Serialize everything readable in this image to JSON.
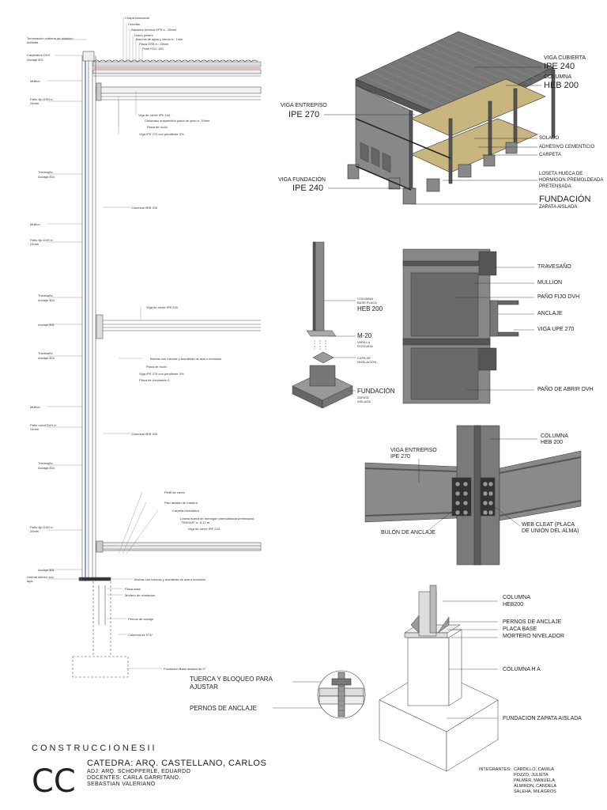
{
  "section_labels": {
    "left_top": [
      "Chapa sinusoidal",
      "Cenefas",
      "Aislación térmica EPS e.: 25mm",
      "Listón yesero",
      "Barrera de agua y viento e.: 1mm",
      "Placa OSB e.: 25mm",
      "Perfil PGC 150"
    ],
    "left_side": [
      "Terminación cubierta de aluminio doblada",
      "Carpintería DVH",
      "Anclaje 801",
      "Mullion",
      "Paño fijo DVH e: 24mm",
      "Travesaño",
      "Anclaje 804",
      "Mullion",
      "Paño fijo DVH e: 24mm",
      "Travesaño",
      "Anclaje 804",
      "Anclaje 801",
      "Travesaño",
      "Anclaje 804",
      "Mullion",
      "Paño móvil DVH e: 24mm",
      "Travesaño",
      "Anclaje 804",
      "Paño fijo DVH e: 24mm",
      "Anclaje 801",
      "Umbral inferior con taps"
    ],
    "middle": [
      "Viga de cierre IPE 240",
      "Cielorraso suspendido placa de yeso e: 10mm",
      "Placa de roofo",
      "Viga IPE 270 con pendiente 3%",
      "Columna HEB 200",
      "Viga de cierre IPE 240",
      "Bruñas con tuercas y arandelas de acero reciclado",
      "Placa de roofo",
      "Viga IPE 270 con pendiente 3%",
      "Placa de circulación 1",
      "Columna HEB 200",
      "Perfil de cierre",
      "Piso aislado de madera",
      "Carpeta niveladora",
      "Loseta hueca de hormigón premoldeada pretensada \"TENSAR\" e: 8-12 m",
      "Viga de cierre IPE 240",
      "Bruñas con tuercas y arandelas de acero reciclado",
      "Placa base",
      "Mortero de nivelación",
      "Pernos de anclaje",
      "Columna de H°A°",
      "Fundación Base aislada de H°"
    ]
  },
  "iso_labels": {
    "viga_cubierta_small": "VIGA CUBIERTA",
    "viga_cubierta_big": "IPE 240",
    "columna_small": "COLUMNA",
    "columna_big": "HEB 200",
    "viga_entrepiso_small": "VIGA ENTREPISO",
    "viga_entrepiso_big": "IPE 270",
    "solado": "SOLADO",
    "adhesivo": "ADHESIVO CEMENTICIO",
    "carpeta": "CARPETA",
    "viga_fundacion_small": "VIGA FUNDACIÓN",
    "viga_fundacion_big": "IPE 240",
    "loseta_1": "LOSETA HUECA DE",
    "loseta_2": "HORMIGON PREMOLDEADA",
    "loseta_3": "PRETENSADA",
    "fundacion_big": "FUNDACIÓN",
    "fundacion_small": "ZAPATA AISLADA"
  },
  "column_detail": {
    "columna_small": "COLUMNA",
    "base_placa": "BASE PLACA",
    "heb": "HEB 200",
    "m20": "M-20",
    "varilla": "VARILLA",
    "roscada": "ROSCADA",
    "capa_1": "CAPA DE",
    "capa_2": "NIVELACIÓN",
    "fundacion": "FUNDACIÓN",
    "zapata": "ZAPATA",
    "aislada": "AISLADA"
  },
  "facade_detail": {
    "travesano": "TRAVESAÑO",
    "mullion": "MULLION",
    "pano_fijo": "PAÑO FIJO DVH",
    "anclaje": "ANCLAJE",
    "viga_upe": "VIGA UPE 270",
    "pano_abrir": "PAÑO DE ABRIR DVH"
  },
  "joint_detail": {
    "columna": "COLUMNA",
    "heb": "HEB 200",
    "viga_entrepiso": "VIGA ENTREPISO",
    "ipe": "IPE 270",
    "bulon": "BULÓN DE ANCLAJE",
    "web_cleat_1": "WEB CLEAT (PLACA",
    "web_cleat_2": "DE UNIÓN DEL ALMA)"
  },
  "base_detail": {
    "columna": "COLUMNA",
    "heb": "HEB200",
    "pernos": "PERNOS DE ANCLAJE",
    "placa": "PLACA BASE",
    "mortero": "MORTERO NIVELADOR",
    "columna_ha": "COLUMNA H A",
    "fundacion": "FUNDACION ZAPATA AISLADA",
    "tuerca_1": "TUERCA Y BLOQUEO PARA",
    "tuerca_2": "AJUSTAR",
    "pernos_anclaje": "PERNOS DE ANCLAJE"
  },
  "footer": {
    "title": "CONSTRUCCIONESII",
    "logo": "CC",
    "catedra": "CATEDRA: ARQ. CASTELLANO, CARLOS",
    "adj": "ADJ: ARQ. SCHOPPERLE, EDUARDO",
    "docentes": "DOCENTES: CARLA GARRITANO.",
    "docente2": "SEBASTIAN VALERIANO",
    "integrantes_label": "INTEGRANTES:",
    "integrantes": [
      "CARDILLO, CAMILA",
      "POZZO, JULIETA",
      "PALMER, MANUELA",
      "ALMIRON, CANDELA",
      "SALEHA, MILAGROS"
    ]
  }
}
